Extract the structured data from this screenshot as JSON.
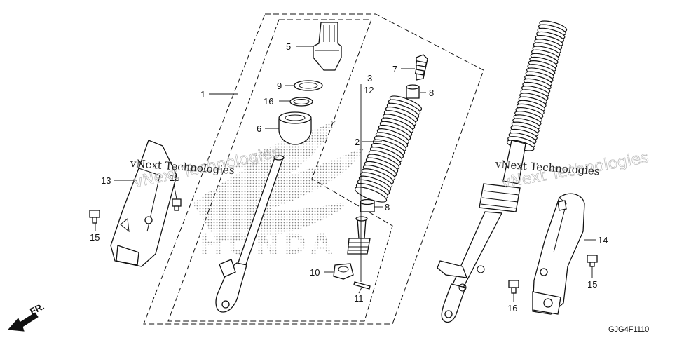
{
  "diagram": {
    "drawing_code": "GJG4F1110",
    "direction_marker": "FR.",
    "watermarks": [
      "vNext Technologies",
      "vNext Technologies"
    ],
    "brand_background_text": "HONDA",
    "callouts": [
      {
        "id": "c1",
        "label": "1"
      },
      {
        "id": "c2",
        "label": "2"
      },
      {
        "id": "c3",
        "label": "3"
      },
      {
        "id": "c12",
        "label": "12"
      },
      {
        "id": "c5",
        "label": "5"
      },
      {
        "id": "c6",
        "label": "6"
      },
      {
        "id": "c7",
        "label": "7"
      },
      {
        "id": "c8a",
        "label": "8"
      },
      {
        "id": "c8b",
        "label": "8"
      },
      {
        "id": "c9",
        "label": "9"
      },
      {
        "id": "c10",
        "label": "10"
      },
      {
        "id": "c11",
        "label": "11"
      },
      {
        "id": "c13",
        "label": "13"
      },
      {
        "id": "c15a",
        "label": "15"
      },
      {
        "id": "c15b",
        "label": "15"
      },
      {
        "id": "c15c",
        "label": "15"
      },
      {
        "id": "c16",
        "label": "16"
      },
      {
        "id": "c14",
        "label": "14"
      }
    ]
  }
}
